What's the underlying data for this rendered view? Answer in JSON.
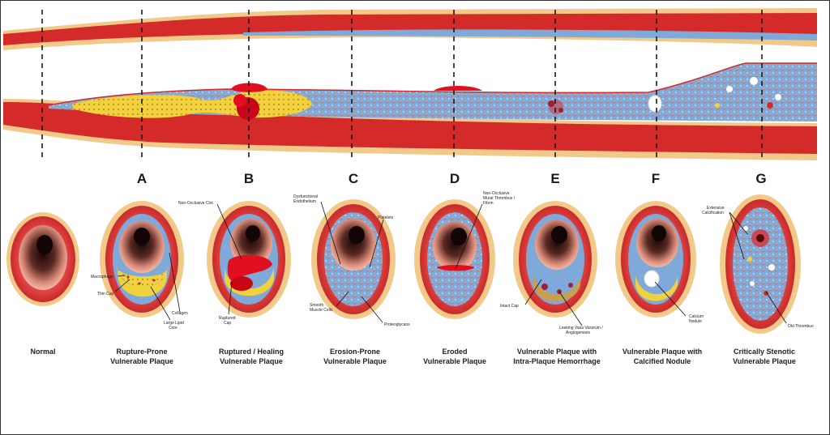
{
  "letters": [
    "A",
    "B",
    "C",
    "D",
    "E",
    "F",
    "G"
  ],
  "captions": [
    {
      "line1": "Normal",
      "line2": ""
    },
    {
      "line1": "Rupture-Prone",
      "line2": "Vulnerable Plaque"
    },
    {
      "line1": "Ruptured / Healing",
      "line2": "Vulnerable Plaque"
    },
    {
      "line1": "Erosion-Prone",
      "line2": "Vulnerable Plaque"
    },
    {
      "line1": "Eroded",
      "line2": "Vulnerable Plaque"
    },
    {
      "line1": "Vulnerable Plaque with",
      "line2": "Intra-Plaque Hemorrhage"
    },
    {
      "line1": "Vulnerable Plaque with",
      "line2": "Calcified Nodule"
    },
    {
      "line1": "Critically Stenotic",
      "line2": "Vulnerable Plaque"
    }
  ],
  "labels": {
    "macrophage": "Macrophage",
    "thin_cap": "Thin Cap",
    "collagen": "Collagen",
    "large_lipid_core_1": "Large Lipid",
    "large_lipid_core_2": "Core",
    "non_occlusive_clot": "Non-Occlusive Clot",
    "ruptured_cap_1": "Ruptured",
    "ruptured_cap_2": "Cap",
    "dysfunctional_endothelium_1": "Dysfunctional",
    "dysfunctional_endothelium_2": "Endothelium",
    "platelets": "Platelets",
    "smooth_muscle_cells_1": "Smooth",
    "smooth_muscle_cells_2": "Muscle Cells",
    "proteoglycans": "Proteoglycans",
    "mural_thrombus_1": "Non-Occlusive",
    "mural_thrombus_2": "Mural Thrombus /",
    "mural_thrombus_3": "Fibrin",
    "intact_cap": "Intact Cap",
    "leaking_vasa_vasorum_1": "Leaking Vasa Vasorum /",
    "leaking_vasa_vasorum_2": "Angiogenesis",
    "calcium_nodule_1": "Calcium",
    "calcium_nodule_2": "Nodule",
    "extensive_calcification_1": "Extensive",
    "extensive_calcification_2": "Calcification",
    "old_thrombus": "Old Thrombus"
  },
  "colors": {
    "vessel_wall": "#d42a2a",
    "adventitia": "#f3c98a",
    "plaque": "#7fa9d8",
    "lipid_core": "#f2d23c",
    "thrombus": "#e01020",
    "lumen": "#2a1414"
  }
}
